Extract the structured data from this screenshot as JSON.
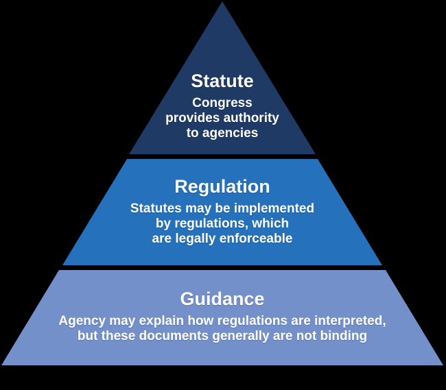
{
  "background_color": "#000000",
  "text_color": "#ffffff",
  "pyramid": {
    "tiers": [
      {
        "id": "statute",
        "title": "Statute",
        "description": "Congress\nprovides authority\nto agencies",
        "color": "#203a66"
      },
      {
        "id": "regulation",
        "title": "Regulation",
        "description": "Statutes may be implemented\nby regulations, which\nare legally enforceable",
        "color": "#2571bb"
      },
      {
        "id": "guidance",
        "title": "Guidance",
        "description": "Agency may explain how regulations are interpreted,\nbut these documents generally are not binding",
        "color": "#7490cb"
      }
    ]
  }
}
